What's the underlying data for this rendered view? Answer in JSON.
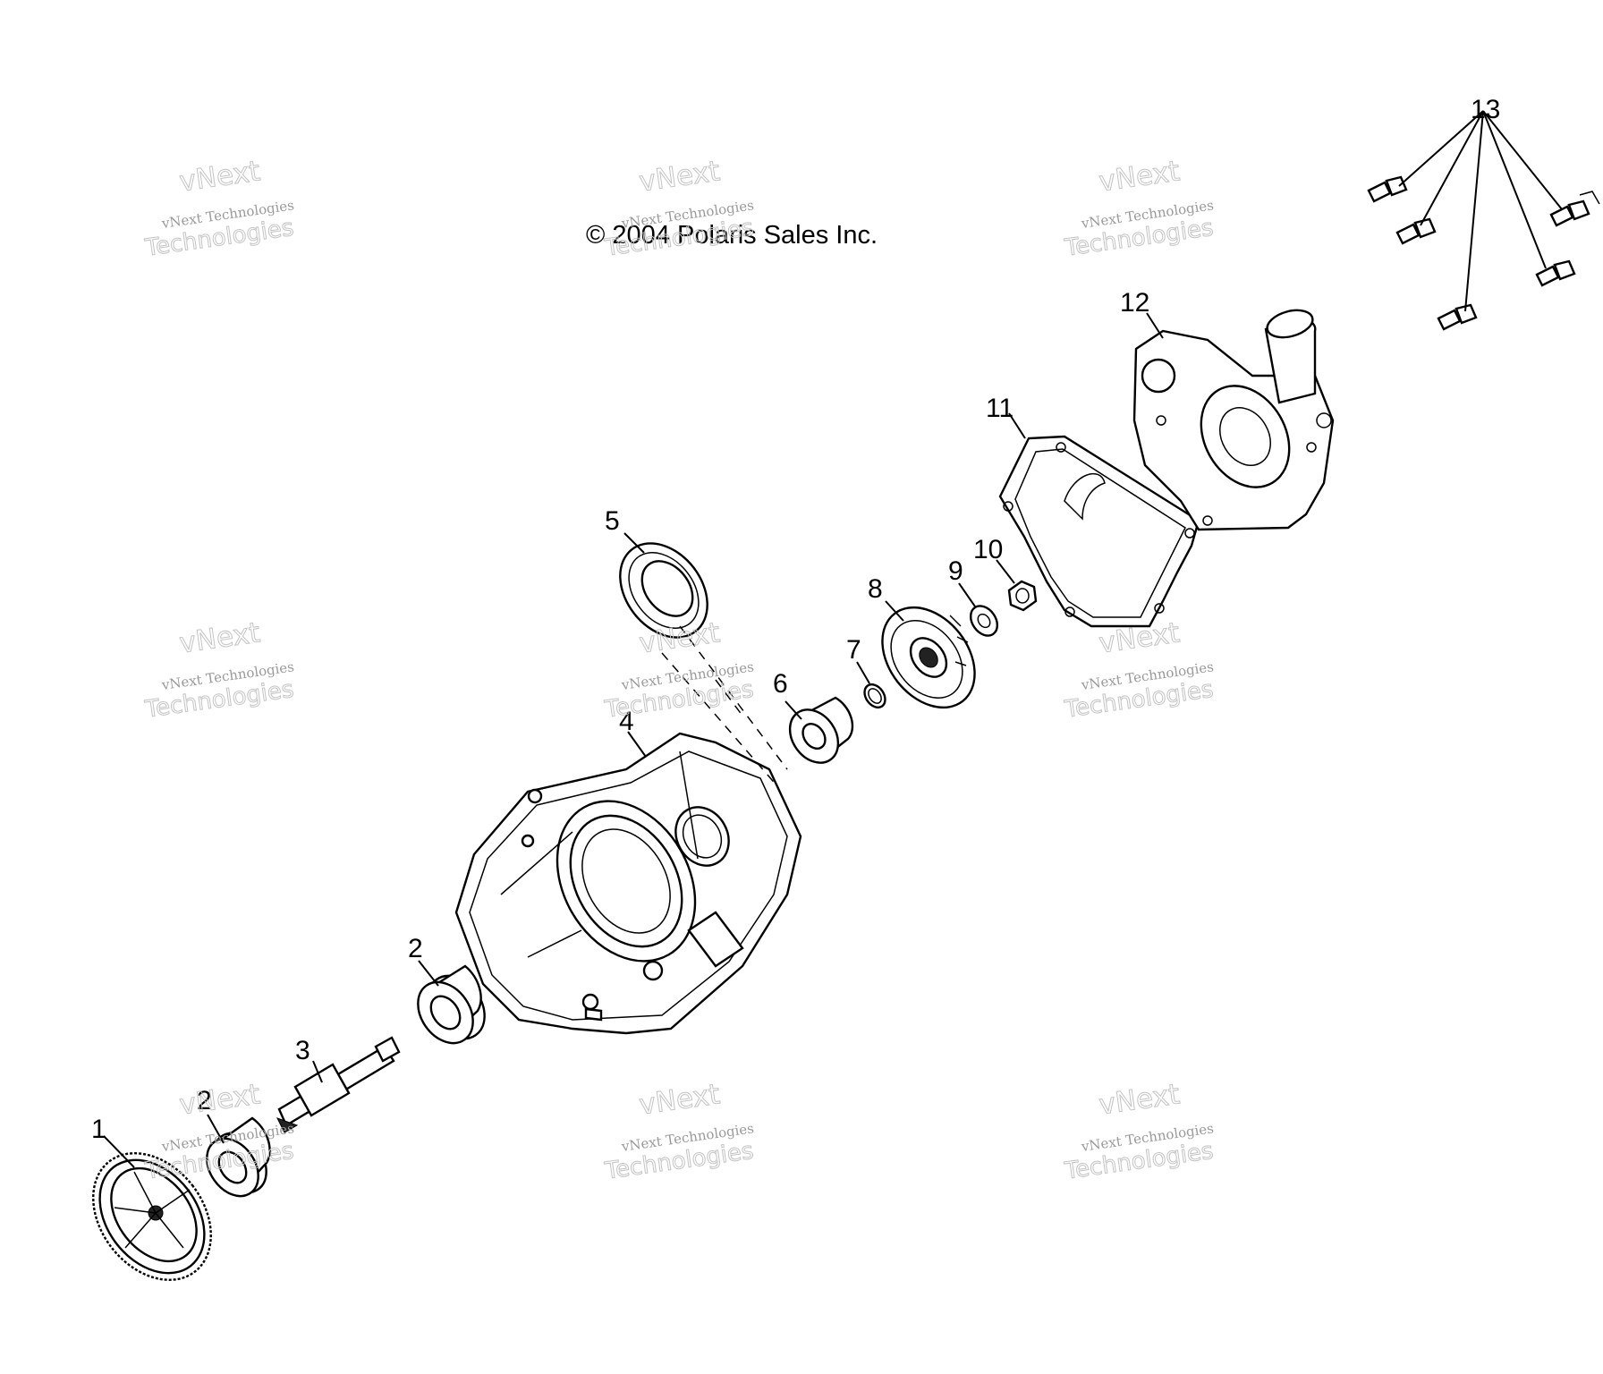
{
  "copyright": "© 2004 Polaris Sales Inc.",
  "watermark": {
    "company": "vNext Technologies",
    "brand": "vNext",
    "brand_big": "Technologies"
  },
  "callouts": [
    {
      "id": "1",
      "text": "1"
    },
    {
      "id": "2a",
      "text": "2"
    },
    {
      "id": "2b",
      "text": "2"
    },
    {
      "id": "3",
      "text": "3"
    },
    {
      "id": "4",
      "text": "4"
    },
    {
      "id": "5",
      "text": "5"
    },
    {
      "id": "6",
      "text": "6"
    },
    {
      "id": "7",
      "text": "7"
    },
    {
      "id": "8",
      "text": "8"
    },
    {
      "id": "9",
      "text": "9"
    },
    {
      "id": "10",
      "text": "10"
    },
    {
      "id": "11",
      "text": "11"
    },
    {
      "id": "12",
      "text": "12"
    },
    {
      "id": "13",
      "text": "13"
    }
  ]
}
